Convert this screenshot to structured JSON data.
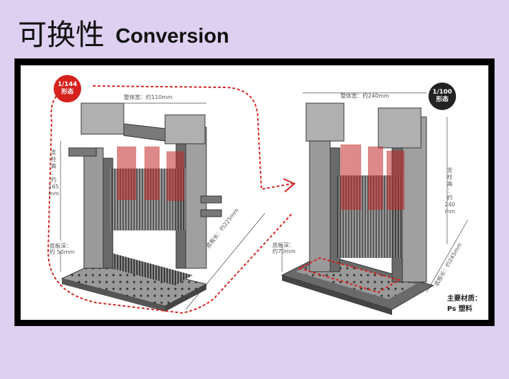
{
  "header": {
    "title_cn": "可换性",
    "title_en": "Conversion"
  },
  "left_model": {
    "badge": {
      "line1": "1/144",
      "line2": "形态",
      "color": "#d6221d"
    },
    "width_label": "整体宽：约110mm",
    "height_label": [
      "支",
      "柱",
      "高",
      "：",
      "约",
      "165",
      "mm"
    ],
    "depth_label": [
      "底板深：",
      "约 50mm"
    ],
    "length_label": "底板长：约225mm"
  },
  "right_model": {
    "badge": {
      "line1": "1/100",
      "line2": "形态",
      "color": "#222222"
    },
    "width_label": "整体宽：约240mm",
    "height_label": [
      "支",
      "柱",
      "高",
      "：",
      "约",
      "240",
      "mm"
    ],
    "depth_label": [
      "底板深：",
      "约70mm"
    ],
    "length_label": "底板长：约245mm"
  },
  "material": {
    "line1": "主要材质：",
    "line2": "Ps  塑料"
  },
  "colors": {
    "background": "#ddd0f0",
    "accent_red": "#d6221d",
    "frame": "#000000"
  }
}
